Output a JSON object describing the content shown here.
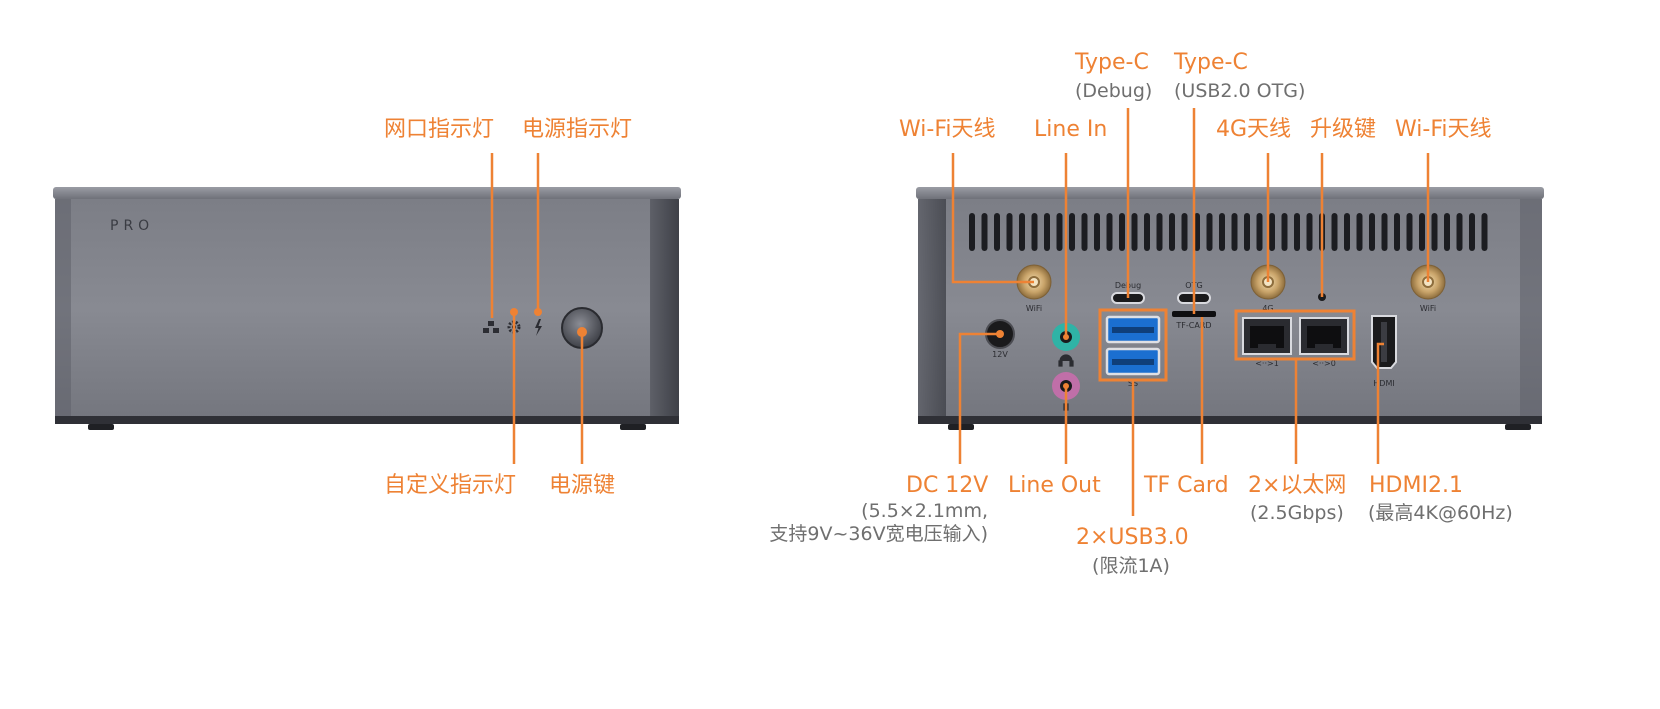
{
  "front": {
    "brand": "PRO",
    "labels": {
      "network_led": "网口指示灯",
      "power_led": "电源指示灯",
      "custom_led": "自定义指示灯",
      "power_button": "电源键"
    }
  },
  "rear": {
    "silkscreen": {
      "wifi_left": "WiFi",
      "wifi_right": "WiFi",
      "antenna_4g": "4G",
      "debug": "Debug",
      "otg": "OTG",
      "tf_card": "TF-CARD",
      "dc": "12V",
      "hdmi": "HDMI",
      "lan1": "<··>1",
      "lan0": "<··>0",
      "usb": "SS"
    },
    "labels": {
      "typec_debug_title": "Type-C",
      "typec_debug_sub": "(Debug)",
      "typec_otg_title": "Type-C",
      "typec_otg_sub": "(USB2.0 OTG)",
      "wifi_antenna_left": "Wi-Fi天线",
      "line_in": "Line In",
      "antenna_4g": "4G天线",
      "upgrade_key": "升级键",
      "wifi_antenna_right": "Wi-Fi天线",
      "dc_title": "DC 12V",
      "dc_sub_1": "(5.5×2.1mm,",
      "dc_sub_2": "支持9V~36V宽电压输入)",
      "line_out": "Line Out",
      "tf_card": "TF Card",
      "ethernet_title": "2×以太网",
      "ethernet_sub": "(2.5Gbps)",
      "hdmi_title": "HDMI2.1",
      "hdmi_sub": "(最高4K@60Hz)",
      "usb_title": "2×USB3.0",
      "usb_sub": "(限流1A)"
    }
  },
  "colors": {
    "accent": "#ee8234",
    "subtext": "#6f6f6f",
    "chassis": "#767880",
    "chassis_dark": "#3d3f46",
    "top_plate": "#8a8c94",
    "usb_blue": "#1b6fd0",
    "line_in_teal": "#2fb3a6",
    "line_out_pink": "#c06fa8",
    "port_black": "#1a1a1c"
  }
}
